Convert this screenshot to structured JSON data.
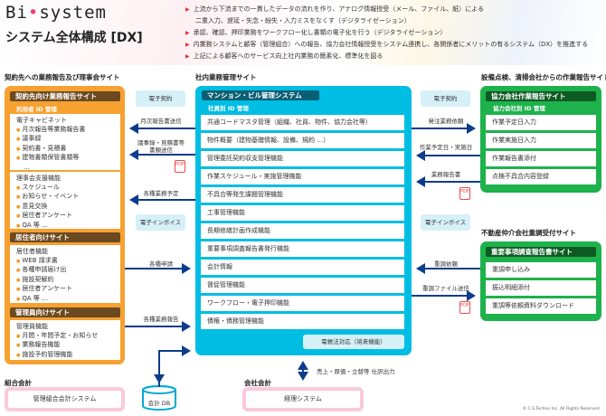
{
  "header": {
    "logo": "Bi•system",
    "logo_a": "Bi",
    "logo_dot": "•",
    "logo_b": "system",
    "title": "システム全体構成 [DX]",
    "bullets": [
      "上流から下流までの一貫したデータの流れを作り、アナログ情報授受（メール、ファイル、紙）による",
      "二重入力、遅延・失念・紛失・入力ミスをなくす（デジタライゼーション）",
      "承認、確認、押印業務をワークフロー化し書類の電子化を行う（デジタライゼーション）",
      "内業務システムと顧客（管理組合）への報告、協力会社情報授受をシステム連携し、各関係者にメリットの有るシステム（DX）を推進する",
      "上記による顧客へのサービス向上社内業務の簡素化、標準化を図る"
    ],
    "bullet_flags": [
      true,
      false,
      true,
      true,
      true
    ]
  },
  "left": {
    "section": "契約先への業務報告及び理事会サイト",
    "site1": {
      "title": "契約先向け業務報告サイト",
      "sub": "利用者 ID 管理",
      "box1": {
        "head": "電子キャビネット",
        "items": [
          "月次報告等業務報告書",
          "議事録",
          "契約書・見積書",
          "建物書類保管書類等"
        ],
        "more": "…"
      },
      "box2": {
        "head": "理事会支援機能",
        "items": [
          "スケジュール",
          "お知らせ・イベント",
          "意見交換",
          "居住者アンケート",
          "QA 等 …"
        ]
      }
    },
    "site2": {
      "title": "居住者向けサイト",
      "head": "居住者機能",
      "items": [
        "WEB 請求書",
        "各種申請届け出",
        "施設契解約",
        "居住者アンケート",
        "QA 等 …"
      ]
    },
    "site3": {
      "title": "管理員向けサイト",
      "head": "管理員機能",
      "items": [
        "月間・年間予定・お知らせ",
        "業務報告機能",
        "施設予約管理機能"
      ]
    },
    "accounting_section": "組合会計",
    "accounting_system": "管理組合会計システム",
    "db": "会計 DB"
  },
  "left_links": {
    "econtract": "電子契約",
    "monthly": "月次報告書送信",
    "minutes1": "議事録・見積書等",
    "minutes2": "書類送信",
    "schedule": "各種業務予定",
    "einvoice": "電子インボイス",
    "applications": "各種申請",
    "reports": "各種業務報告",
    "pdf": "PDF"
  },
  "center": {
    "section": "社内業務管理サイト",
    "title": "マンション・ビル管理システム",
    "sub": "社員別 ID 管理",
    "rows": [
      "共通コードマスタ管理（組織、社員、物件、協力会社等）",
      "物件概要（建物基礎情報、設備、規約 …）",
      "管理委託契約収支管理機能",
      "作業スケジュール・実施管理機能",
      "不具合等発生課題管理機能",
      "工事管理機能",
      "長期修繕計画作成機能",
      "重要事項調査報告書発行機能",
      "会計情報",
      "督促管理機能",
      "ワークフロー・電子押印機能",
      "債権・債務管理機能"
    ],
    "future": "電帳法対応（将来機能）",
    "journal": "売上・原価・立替等 仕訳出力",
    "company_section": "会社会計",
    "company_system": "経理システム"
  },
  "right_links": {
    "econtract": "電子契約",
    "order": "発注業務依頼",
    "workdates": "作業予定日・実施日",
    "report": "業務報告書",
    "einvoice": "電子インボイス",
    "jucho_req": "重調依頼",
    "jucho_file": "重調ファイル送信",
    "pdf": "PDF"
  },
  "right": {
    "section1": "設備点検、清掃会社からの作業報告サイト",
    "site1": {
      "title": "協力会社作業報告サイト",
      "sub": "協力会社別 ID 管理",
      "rows": [
        "作業予定日入力",
        "作業実施日入力",
        "作業報告書添付",
        "点検不具合内容登録"
      ]
    },
    "section2": "不動産仲介会社重調受付サイト",
    "site2": {
      "title": "重要事項調査報告書サイト",
      "rows": [
        "重調申し込み",
        "振込明細添付",
        "重調等依頼資料ダウンロード"
      ]
    }
  },
  "colors": {
    "orange": "#f7a131",
    "cyan": "#00bde3",
    "green": "#1eb24c",
    "arrow": "#0d3c8c",
    "pink": "#fbc8dc"
  },
  "copyright": "© C.S.Techno Inc. All Rights Reserved."
}
